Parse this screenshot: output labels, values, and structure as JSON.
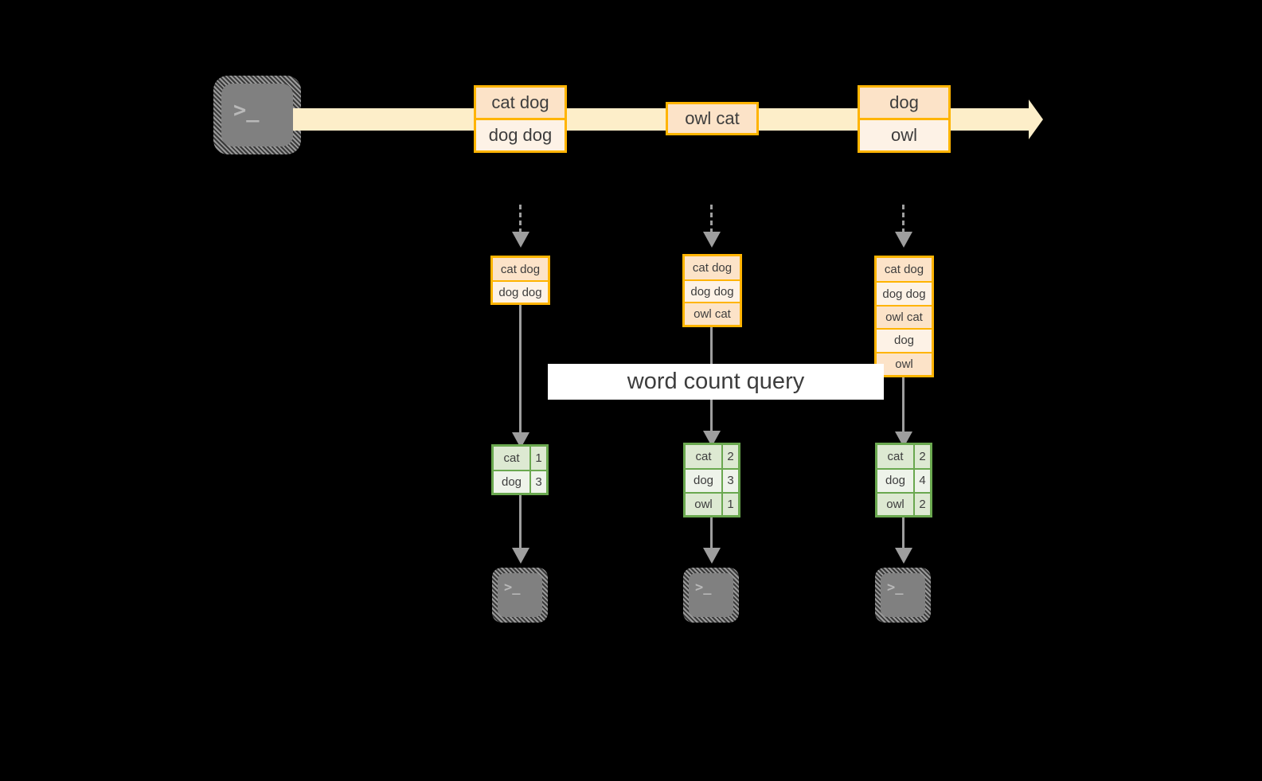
{
  "diagram": {
    "title_banner": "word count query",
    "colors": {
      "background": "#000000",
      "event_border": "#ffb400",
      "event_fill_dark": "#fce3c8",
      "event_fill_light": "#fdf2e6",
      "stream_band": "#fdeec9",
      "result_border": "#6aa84f",
      "result_fill_dark": "#dde9d2",
      "result_fill_light": "#eef3ea",
      "connector": "#9e9e9e",
      "terminal_fill": "#808080",
      "banner_fill": "#ffffff",
      "text": "#3d3d3d"
    },
    "source": {
      "icon": "terminal-icon",
      "glyph": ">_"
    },
    "stream": {
      "label": "event-stream-arrow",
      "events": [
        {
          "name": "event-group-1",
          "lines": [
            "cat dog",
            "dog dog"
          ]
        },
        {
          "name": "event-group-2",
          "lines": [
            "owl cat"
          ]
        },
        {
          "name": "event-group-3",
          "lines": [
            "dog",
            "owl"
          ]
        }
      ]
    },
    "snapshots": [
      {
        "name": "snapshot-1",
        "rows": [
          "cat dog",
          "dog dog"
        ],
        "result": {
          "rows": [
            {
              "word": "cat",
              "count": "1"
            },
            {
              "word": "dog",
              "count": "3"
            }
          ]
        },
        "sink": {
          "icon": "terminal-icon",
          "glyph": ">_"
        }
      },
      {
        "name": "snapshot-2",
        "rows": [
          "cat dog",
          "dog dog",
          "owl cat"
        ],
        "result": {
          "rows": [
            {
              "word": "cat",
              "count": "2"
            },
            {
              "word": "dog",
              "count": "3"
            },
            {
              "word": "owl",
              "count": "1"
            }
          ]
        },
        "sink": {
          "icon": "terminal-icon",
          "glyph": ">_"
        }
      },
      {
        "name": "snapshot-3",
        "rows": [
          "cat dog",
          "dog dog",
          "owl cat",
          "dog",
          "owl"
        ],
        "result": {
          "rows": [
            {
              "word": "cat",
              "count": "2"
            },
            {
              "word": "dog",
              "count": "4"
            },
            {
              "word": "owl",
              "count": "2"
            }
          ]
        },
        "sink": {
          "icon": "terminal-icon",
          "glyph": ">_"
        }
      }
    ]
  }
}
